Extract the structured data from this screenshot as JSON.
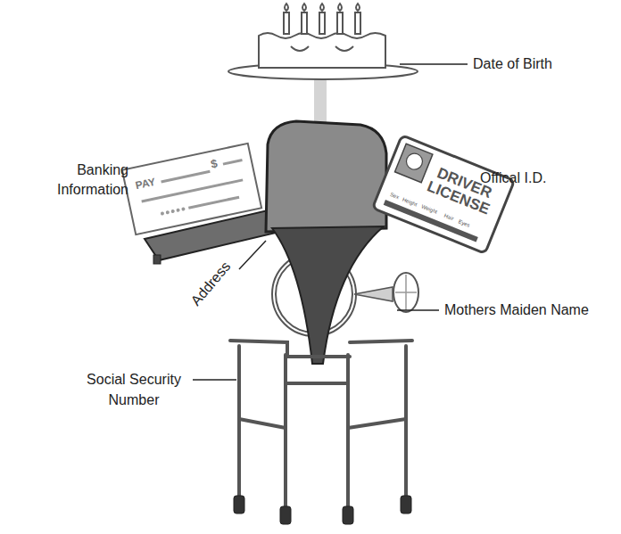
{
  "diagram": {
    "labels": [
      "Date of Birth",
      "Banking Information",
      "Offical I.D.",
      "Address",
      "Mothers Maiden Name",
      "Social Security Number",
      "PAY",
      "$",
      "DRIVER LICENSE",
      "Sex",
      "Height",
      "Weight",
      "Hair",
      "Eyes"
    ]
  }
}
